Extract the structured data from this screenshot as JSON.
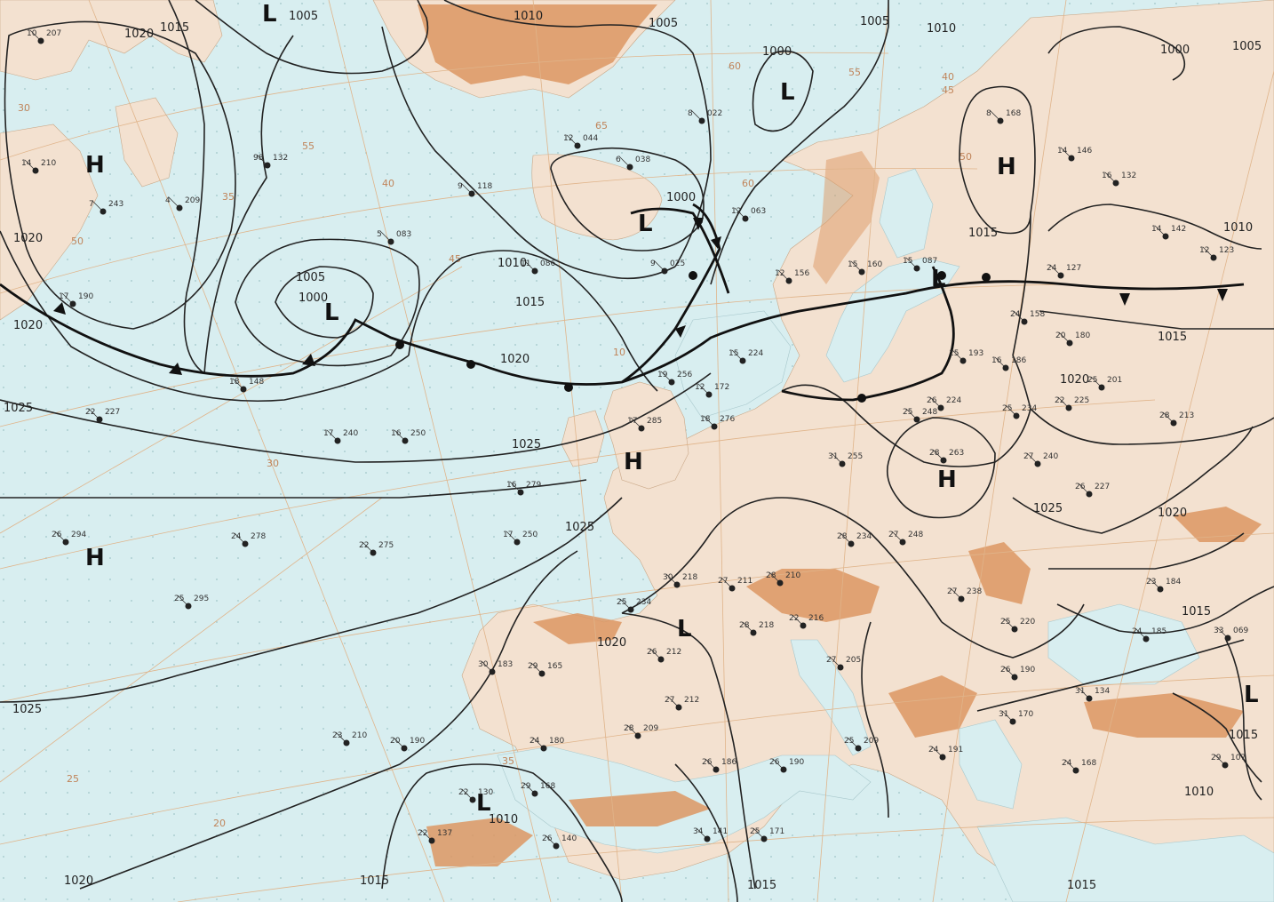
{
  "colors": {
    "sea": "#d8eef0",
    "land_low": "#f3d9c2",
    "land_high": "#dd9762",
    "grid": "#e0b48a",
    "isobar": "#222222",
    "front": "#111111"
  },
  "isobar_labels": [
    "1010",
    "1005",
    "1005",
    "1000",
    "1005",
    "1010",
    "1020",
    "1015",
    "1000",
    "1005",
    "1000",
    "1010",
    "1015",
    "1020",
    "1020",
    "1020",
    "1025",
    "1025",
    "1025",
    "1020",
    "1015",
    "1010",
    "1010",
    "1015",
    "1020",
    "1025",
    "1020",
    "1015",
    "1015",
    "1020",
    "1015",
    "1015",
    "1010",
    "1005",
    "1000",
    "1025",
    "1015"
  ],
  "pressure_centers": [
    "H",
    "H",
    "H",
    "H",
    "L",
    "L",
    "L",
    "L",
    "L",
    "H",
    "L",
    "L",
    "L"
  ],
  "lat_labels": [
    "30",
    "35",
    "40",
    "45",
    "50",
    "55",
    "60",
    "65",
    "60",
    "55",
    "50",
    "45",
    "40",
    "30",
    "25",
    "20",
    "10",
    "35"
  ],
  "stations": [
    {
      "t": "10",
      "v": "207"
    },
    {
      "t": "14",
      "v": "210"
    },
    {
      "t": "98",
      "v": "132"
    },
    {
      "t": "4",
      "v": "209"
    },
    {
      "t": "7",
      "v": "243"
    },
    {
      "t": "17",
      "v": "190"
    },
    {
      "t": "22",
      "v": "227"
    },
    {
      "t": "17",
      "v": "240"
    },
    {
      "t": "16",
      "v": "250"
    },
    {
      "t": "26",
      "v": "294"
    },
    {
      "t": "25",
      "v": "295"
    },
    {
      "t": "24",
      "v": "278"
    },
    {
      "t": "22",
      "v": "275"
    },
    {
      "t": "17",
      "v": "250"
    },
    {
      "t": "16",
      "v": "279"
    },
    {
      "t": "9",
      "v": "118"
    },
    {
      "t": "5",
      "v": "083"
    },
    {
      "t": "11",
      "v": "086"
    },
    {
      "t": "12",
      "v": "044"
    },
    {
      "t": "6",
      "v": "038"
    },
    {
      "t": "9",
      "v": "025"
    },
    {
      "t": "12",
      "v": "063"
    },
    {
      "t": "8",
      "v": "022"
    },
    {
      "t": "12",
      "v": "156"
    },
    {
      "t": "15",
      "v": "160"
    },
    {
      "t": "15",
      "v": "087"
    },
    {
      "t": "8",
      "v": "168"
    },
    {
      "t": "14",
      "v": "146"
    },
    {
      "t": "16",
      "v": "132"
    },
    {
      "t": "14",
      "v": "142"
    },
    {
      "t": "12",
      "v": "123"
    },
    {
      "t": "24",
      "v": "127"
    },
    {
      "t": "24",
      "v": "158"
    },
    {
      "t": "20",
      "v": "180"
    },
    {
      "t": "25",
      "v": "201"
    },
    {
      "t": "28",
      "v": "213"
    },
    {
      "t": "22",
      "v": "225"
    },
    {
      "t": "26",
      "v": "224"
    },
    {
      "t": "25",
      "v": "234"
    },
    {
      "t": "27",
      "v": "240"
    },
    {
      "t": "26",
      "v": "227"
    },
    {
      "t": "28",
      "v": "263"
    },
    {
      "t": "31",
      "v": "255"
    },
    {
      "t": "25",
      "v": "248"
    },
    {
      "t": "27",
      "v": "248"
    },
    {
      "t": "28",
      "v": "234"
    },
    {
      "t": "27",
      "v": "238"
    },
    {
      "t": "25",
      "v": "220"
    },
    {
      "t": "26",
      "v": "190"
    },
    {
      "t": "31",
      "v": "170"
    },
    {
      "t": "31",
      "v": "134"
    },
    {
      "t": "23",
      "v": "184"
    },
    {
      "t": "24",
      "v": "185"
    },
    {
      "t": "33",
      "v": "069"
    },
    {
      "t": "29",
      "v": "107"
    },
    {
      "t": "24",
      "v": "168"
    },
    {
      "t": "24",
      "v": "191"
    },
    {
      "t": "25",
      "v": "209"
    },
    {
      "t": "27",
      "v": "205"
    },
    {
      "t": "22",
      "v": "216"
    },
    {
      "t": "28",
      "v": "218"
    },
    {
      "t": "28",
      "v": "210"
    },
    {
      "t": "27",
      "v": "211"
    },
    {
      "t": "30",
      "v": "218"
    },
    {
      "t": "25",
      "v": "234"
    },
    {
      "t": "26",
      "v": "212"
    },
    {
      "t": "27",
      "v": "212"
    },
    {
      "t": "28",
      "v": "209"
    },
    {
      "t": "24",
      "v": "180"
    },
    {
      "t": "30",
      "v": "183"
    },
    {
      "t": "29",
      "v": "165"
    },
    {
      "t": "22",
      "v": "130"
    },
    {
      "t": "22",
      "v": "137"
    },
    {
      "t": "29",
      "v": "168"
    },
    {
      "t": "26",
      "v": "186"
    },
    {
      "t": "26",
      "v": "190"
    },
    {
      "t": "20",
      "v": "190"
    },
    {
      "t": "23",
      "v": "210"
    },
    {
      "t": "34",
      "v": "141"
    },
    {
      "t": "25",
      "v": "171"
    },
    {
      "t": "26",
      "v": "140"
    },
    {
      "t": "18",
      "v": "148"
    },
    {
      "t": "17",
      "v": "285"
    },
    {
      "t": "18",
      "v": "276"
    },
    {
      "t": "19",
      "v": "256"
    },
    {
      "t": "12",
      "v": "172"
    },
    {
      "t": "15",
      "v": "224"
    },
    {
      "t": "15",
      "v": "193"
    },
    {
      "t": "16",
      "v": "186"
    }
  ]
}
